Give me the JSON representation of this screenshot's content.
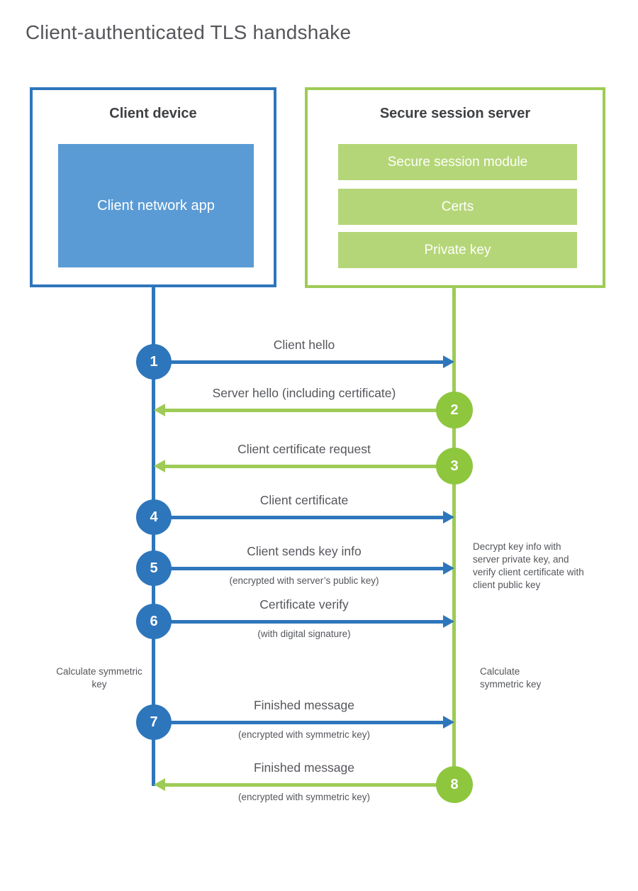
{
  "title": "Client-authenticated TLS handshake",
  "colors": {
    "blue": "#2e76bb",
    "blue_fill": "#5b9bd5",
    "green_line": "#9ecb56",
    "green_circle": "#8ec63e",
    "green_fill": "#b5d678"
  },
  "client_box": {
    "title": "Client device",
    "app_label": "Client network app"
  },
  "server_box": {
    "title": "Secure session server",
    "modules": [
      "Secure session module",
      "Certs",
      "Private key"
    ]
  },
  "flows": [
    {
      "step": "1",
      "actor": "client",
      "label": "Client hello",
      "sublabel": ""
    },
    {
      "step": "2",
      "actor": "server",
      "label": "Server hello (including certificate)",
      "sublabel": ""
    },
    {
      "step": "3",
      "actor": "server",
      "label": "Client certificate request",
      "sublabel": ""
    },
    {
      "step": "4",
      "actor": "client",
      "label": "Client certificate",
      "sublabel": ""
    },
    {
      "step": "5",
      "actor": "client",
      "label": "Client sends key info",
      "sublabel": "(encrypted with server’s public key)"
    },
    {
      "step": "6",
      "actor": "client",
      "label": "Certificate verify",
      "sublabel": "(with digital signature)"
    },
    {
      "step": "7",
      "actor": "client",
      "label": "Finished message",
      "sublabel": "(encrypted with symmetric key)"
    },
    {
      "step": "8",
      "actor": "server",
      "label": "Finished message",
      "sublabel": "(encrypted with symmetric key)"
    }
  ],
  "annotations": {
    "decrypt_note": "Decrypt key info with server private key, and verify client certificate with client public key",
    "calc_left": "Calculate symmetric key",
    "calc_right": "Calculate symmetric key"
  }
}
